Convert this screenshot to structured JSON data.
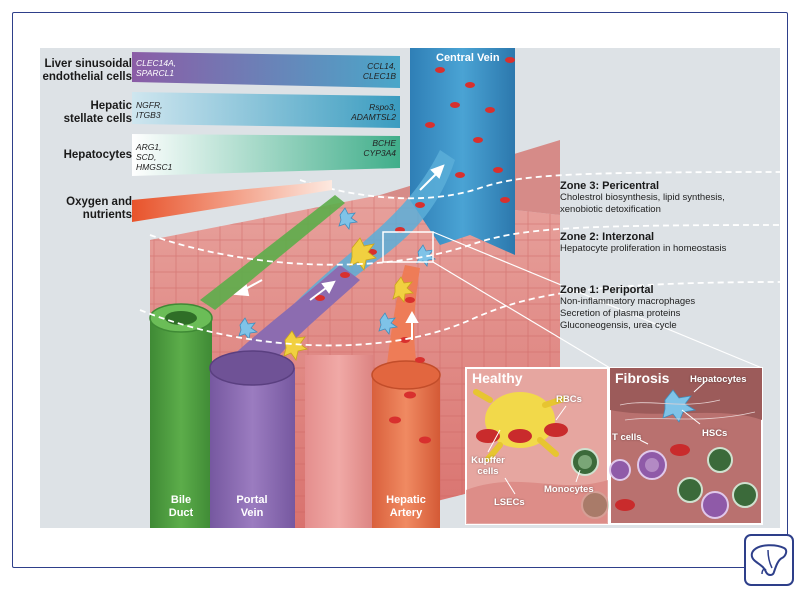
{
  "gradient_rows": [
    {
      "title": "Liver sinusoidal endothelial cells",
      "title_line1": "Liver sinusoidal",
      "title_line2": "endothelial cells",
      "left_genes": [
        "CLEC14A,",
        "SPARCL1"
      ],
      "right_genes": [
        "CCL14,",
        "CLEC1B"
      ],
      "color_left": "#8b5ca6",
      "color_right": "#4aa7c9"
    },
    {
      "title": "Hepatic stellate cells",
      "title_line1": "Hepatic",
      "title_line2": "stellate cells",
      "left_genes": [
        "NGFR,",
        "ITGB3"
      ],
      "right_genes": [
        "Rspo3,",
        "ADAMTSL2"
      ],
      "color_left": "#d4e9f0",
      "color_right": "#3a9cc0"
    },
    {
      "title": "Hepatocytes",
      "left_genes": [
        "ARG1,",
        "SCD,",
        "HMGSC1"
      ],
      "right_genes": [
        "BCHE",
        "CYP3A4"
      ],
      "color_left": "#eaf6ef",
      "color_right": "#3fae8a"
    },
    {
      "title": "Oxygen and nutrients",
      "title_line1": "Oxygen and",
      "title_line2": "nutrients",
      "left_genes": [],
      "right_genes": [],
      "color_left": "#e8532b",
      "color_right": "#fde6dc"
    }
  ],
  "central_vein_label": "Central Vein",
  "zones": [
    {
      "title": "Zone 3: Pericentral",
      "lines": [
        "Cholestrol biosynthesis, lipid synthesis,",
        "xenobiotic detoxification"
      ]
    },
    {
      "title": "Zone 2: Interzonal",
      "lines": [
        "Hepatocyte proliferation in homeostasis"
      ]
    },
    {
      "title": "Zone 1: Periportal",
      "lines": [
        "Non-inflammatory macrophages",
        "Secretion of plasma proteins",
        "Gluconeogensis, urea cycle"
      ]
    }
  ],
  "vessels": [
    {
      "line1": "Bile",
      "line2": "Duct"
    },
    {
      "line1": "Portal",
      "line2": "Vein"
    },
    {
      "line1": "Hepatic",
      "line2": "Artery"
    }
  ],
  "insets": {
    "healthy": {
      "title": "Healthy",
      "labels": {
        "rbcs": "RBCs",
        "kupffer_1": "Kupffer",
        "kupffer_2": "cells",
        "monocytes": "Monocytes",
        "lsecs": "LSECs"
      }
    },
    "fibrosis": {
      "title": "Fibrosis",
      "labels": {
        "hepatocytes": "Hepatocytes",
        "hscs": "HSCs",
        "tcells": "T cells"
      }
    }
  },
  "colors": {
    "bile_duct": "#4f9a3f",
    "portal_vein": "#8c6cb0",
    "hepatic_artery": "#e8704a",
    "central_vein": "#3a8fc4",
    "tissue": "#e78d8a",
    "frame": "#2e3f8a"
  },
  "icons": [
    "liver-icon"
  ]
}
